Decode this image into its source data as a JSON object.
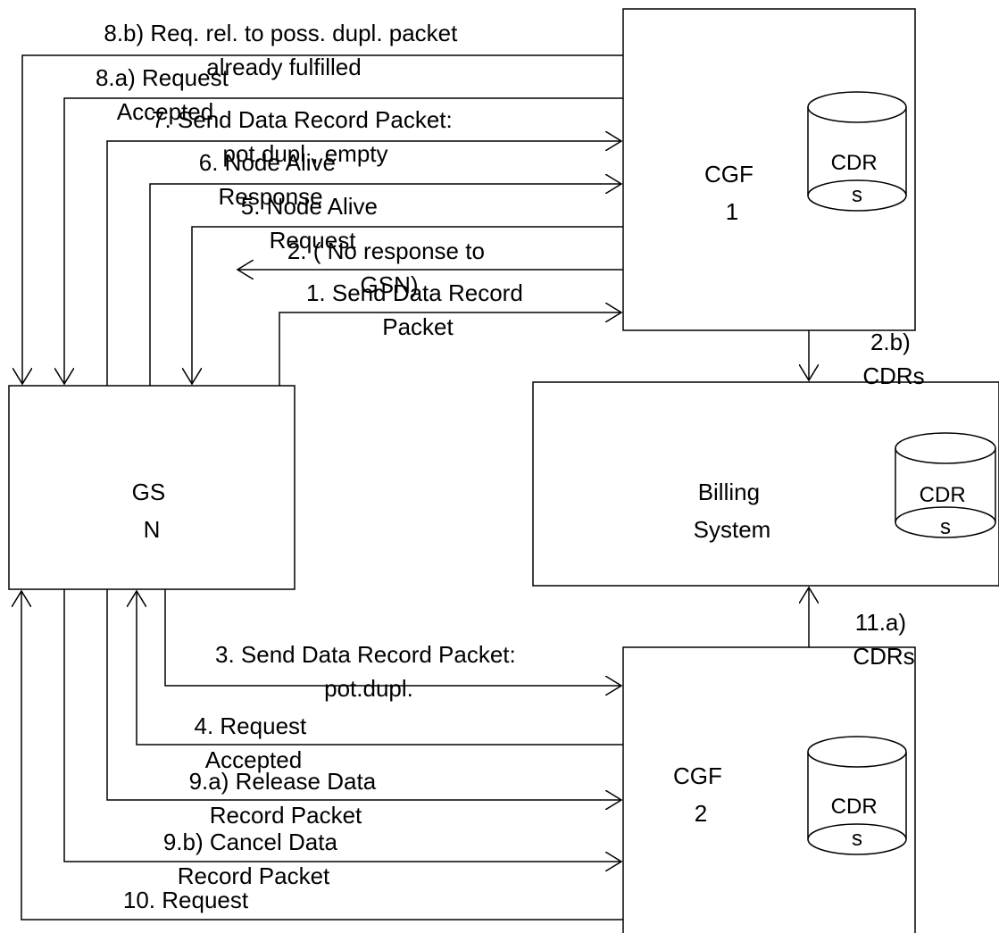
{
  "nodes": {
    "gsn": {
      "lines": [
        "GS",
        "N"
      ]
    },
    "cgf1": {
      "lines": [
        "CGF",
        "1"
      ]
    },
    "cgf2": {
      "lines": [
        "CGF",
        "2"
      ]
    },
    "billing": {
      "lines": [
        "Billing",
        "System"
      ]
    }
  },
  "databases": {
    "cgf1_db": {
      "lines": [
        "CDR",
        "s"
      ]
    },
    "billing_db": {
      "lines": [
        "CDR",
        "s"
      ]
    },
    "cgf2_db": {
      "lines": [
        "CDR",
        "s"
      ]
    }
  },
  "messages": {
    "m8b": {
      "lines": [
        "8.b) Req. rel. to poss. dupl. packet",
        "already fulfilled"
      ]
    },
    "m8a": {
      "lines": [
        "8.a) Request",
        "Accepted"
      ]
    },
    "m7": {
      "lines": [
        "7. Send Data Record Packet:",
        "pot.dupl., empty"
      ]
    },
    "m6": {
      "lines": [
        "6. Node Alive",
        "Response"
      ]
    },
    "m5": {
      "lines": [
        "5. Node Alive",
        "Request"
      ]
    },
    "m2": {
      "lines": [
        "2. ( No response to",
        "GSN)"
      ]
    },
    "m1": {
      "lines": [
        "1. Send Data Record",
        "Packet"
      ]
    },
    "m2b": {
      "lines": [
        "2.b)",
        "CDRs"
      ]
    },
    "m3": {
      "lines": [
        "3. Send Data Record Packet:",
        "pot.dupl."
      ]
    },
    "m4": {
      "lines": [
        "4. Request",
        "Accepted"
      ]
    },
    "m9a": {
      "lines": [
        "9.a) Release Data",
        "Record Packet"
      ]
    },
    "m9b": {
      "lines": [
        "9.b) Cancel Data",
        "Record Packet"
      ]
    },
    "m10": {
      "lines": [
        "10. Request"
      ]
    },
    "m11a": {
      "lines": [
        "11.a)",
        "CDRs"
      ]
    }
  }
}
